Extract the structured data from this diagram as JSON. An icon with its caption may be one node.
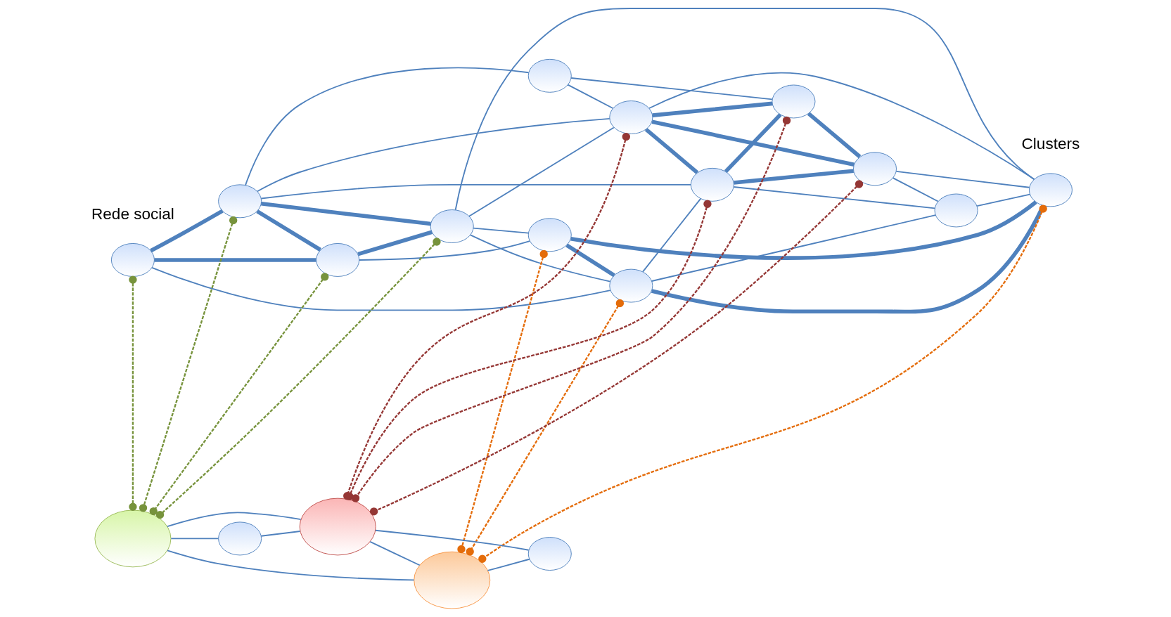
{
  "diagram": {
    "nodes": [
      {
        "text": [],
        "shape": "ellipse"
      },
      {
        "text": [],
        "shape": "ellipse"
      },
      {
        "text": [],
        "shape": "ellipse"
      },
      {
        "text": [],
        "shape": "ellipse"
      },
      {
        "text": [],
        "shape": "ellipse"
      },
      {
        "text": [],
        "shape": "ellipse"
      },
      {
        "text": [],
        "shape": "ellipse"
      },
      {
        "text": [],
        "shape": "ellipse"
      },
      {
        "text": [],
        "shape": "ellipse"
      },
      {
        "text": [],
        "shape": "ellipse"
      },
      {
        "text": [],
        "shape": "ellipse"
      },
      {
        "text": [],
        "shape": "ellipse"
      },
      {
        "text": [],
        "shape": "ellipse"
      },
      {
        "text": [],
        "shape": "ellipse"
      },
      {
        "text": [],
        "shape": "ellipse"
      },
      {
        "text": [],
        "shape": "ellipse"
      },
      {
        "text": [],
        "shape": "ellipse"
      },
      {
        "text": [],
        "shape": "ellipse"
      }
    ],
    "edges": [
      {
        "from": 0,
        "to": 2,
        "arrow": "none",
        "style": "thick"
      },
      {
        "from": 0,
        "to": 1,
        "arrow": "none",
        "style": "thick"
      },
      {
        "from": 0,
        "to": 7,
        "arrow": "none"
      },
      {
        "from": 2,
        "to": 1,
        "arrow": "none",
        "style": "thick"
      },
      {
        "from": 2,
        "to": 3,
        "arrow": "none"
      },
      {
        "from": 2,
        "to": 4,
        "arrow": "none",
        "style": "thick"
      },
      {
        "from": 2,
        "to": 6,
        "arrow": "none"
      },
      {
        "from": 2,
        "to": 8,
        "arrow": "none"
      },
      {
        "from": 1,
        "to": 4,
        "arrow": "none",
        "style": "thick"
      },
      {
        "from": 1,
        "to": 5,
        "arrow": "none"
      },
      {
        "from": 4,
        "to": 5,
        "arrow": "none"
      },
      {
        "from": 4,
        "to": 7,
        "arrow": "none"
      },
      {
        "from": 4,
        "to": 6,
        "arrow": "none"
      },
      {
        "from": 4,
        "to": 10,
        "arrow": "none"
      },
      {
        "from": 3,
        "to": 6,
        "arrow": "none"
      },
      {
        "from": 3,
        "to": 9,
        "arrow": "none"
      },
      {
        "from": 5,
        "to": 7,
        "arrow": "none",
        "style": "thick"
      },
      {
        "from": 5,
        "to": 10,
        "arrow": "none",
        "style": "thick"
      },
      {
        "from": 7,
        "to": 10,
        "arrow": "none",
        "style": "thick"
      },
      {
        "from": 7,
        "to": 8,
        "arrow": "none"
      },
      {
        "from": 7,
        "to": 12,
        "arrow": "none"
      },
      {
        "from": 6,
        "to": 9,
        "arrow": "none",
        "style": "thick"
      },
      {
        "from": 6,
        "to": 11,
        "arrow": "none",
        "style": "thick"
      },
      {
        "from": 6,
        "to": 8,
        "arrow": "none",
        "style": "thick"
      },
      {
        "from": 6,
        "to": 10,
        "arrow": "none"
      },
      {
        "from": 8,
        "to": 9,
        "arrow": "none",
        "style": "thick"
      },
      {
        "from": 8,
        "to": 11,
        "arrow": "none",
        "style": "thick"
      },
      {
        "from": 8,
        "to": 12,
        "arrow": "none"
      },
      {
        "from": 9,
        "to": 11,
        "arrow": "none",
        "style": "thick"
      },
      {
        "from": 11,
        "to": 10,
        "arrow": "none"
      },
      {
        "from": 11,
        "to": 12,
        "arrow": "none"
      },
      {
        "from": 12,
        "to": 10,
        "arrow": "none"
      },
      {
        "from": 13,
        "to": 14,
        "arrow": "none"
      },
      {
        "from": 13,
        "to": 16,
        "arrow": "none"
      },
      {
        "from": 13,
        "to": 15,
        "arrow": "none"
      },
      {
        "from": 14,
        "to": 16,
        "arrow": "none"
      },
      {
        "from": 16,
        "to": 15,
        "arrow": "none"
      },
      {
        "from": 16,
        "to": 17,
        "arrow": "none"
      },
      {
        "from": 15,
        "to": 17,
        "arrow": "none"
      },
      {
        "from": 0,
        "to": 13,
        "arrow": "other",
        "style": "dashed",
        "color": "#77933c"
      },
      {
        "from": 1,
        "to": 13,
        "arrow": "other",
        "style": "dashed",
        "color": "#77933c"
      },
      {
        "from": 2,
        "to": 13,
        "arrow": "other",
        "style": "dashed",
        "color": "#77933c"
      },
      {
        "from": 4,
        "to": 13,
        "arrow": "other",
        "style": "dashed",
        "color": "#77933c"
      },
      {
        "from": 5,
        "to": 15,
        "arrow": "other",
        "style": "dashed",
        "color": "#e46c0a"
      },
      {
        "from": 7,
        "to": 15,
        "arrow": "other",
        "style": "dashed",
        "color": "#e46c0a"
      },
      {
        "from": 10,
        "to": 15,
        "arrow": "other",
        "style": "dashed",
        "color": "#e46c0a"
      },
      {
        "from": 6,
        "to": 16,
        "arrow": "other",
        "style": "dashed",
        "color": "#953735"
      },
      {
        "from": 8,
        "to": 16,
        "arrow": "other",
        "style": "dashed",
        "color": "#953735"
      },
      {
        "from": 9,
        "to": 16,
        "arrow": "other",
        "style": "dashed",
        "color": "#953735"
      },
      {
        "from": 11,
        "to": 16,
        "arrow": "other",
        "style": "dashed",
        "color": "#953735"
      }
    ],
    "labels": [
      "Rede social",
      "Clusters"
    ]
  }
}
